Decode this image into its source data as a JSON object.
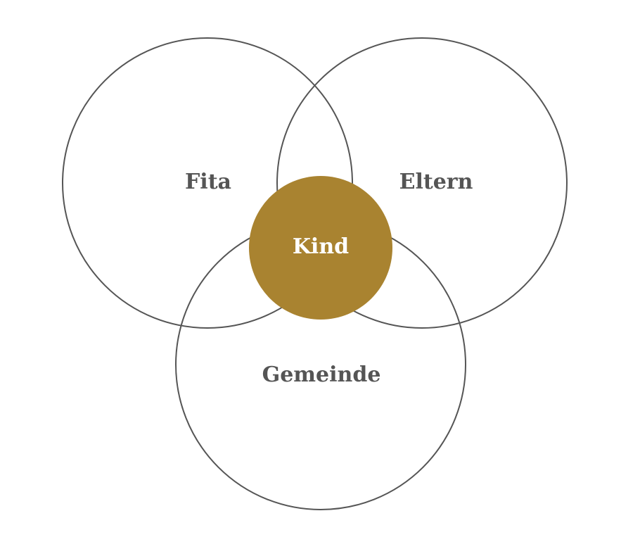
{
  "diagram": {
    "type": "venn",
    "circles": [
      {
        "label": "Fita"
      },
      {
        "label": "Eltern"
      },
      {
        "label": "Gemeinde"
      }
    ],
    "center": {
      "label": "Kind"
    }
  },
  "colors": {
    "ring_stroke": "#555555",
    "label_text": "#555555",
    "center_fill": "#A98330",
    "center_text": "#ffffff",
    "background": "#ffffff"
  }
}
